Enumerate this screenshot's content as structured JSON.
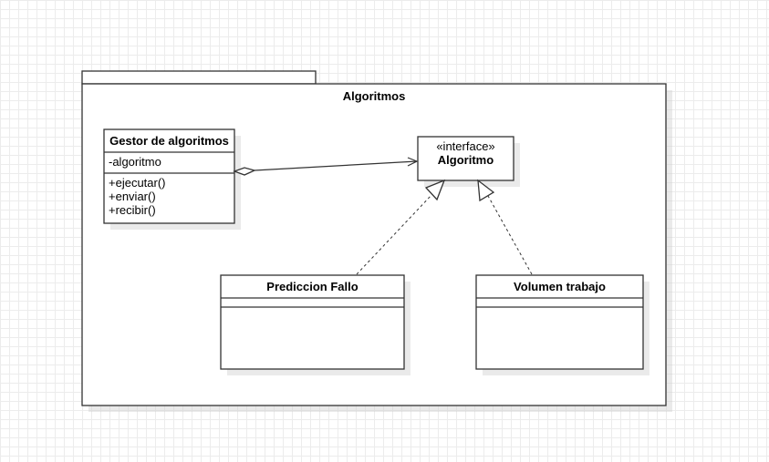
{
  "package": {
    "name": "Algoritmos"
  },
  "classes": {
    "gestor": {
      "name": "Gestor de algoritmos",
      "attributes": [
        "-algoritmo"
      ],
      "methods": [
        "+ejecutar()",
        "+enviar()",
        "+recibir()"
      ]
    },
    "interface": {
      "stereotype": "«interface»",
      "name": "Algoritmo"
    },
    "prediccion": {
      "name": "Prediccion Fallo"
    },
    "volumen": {
      "name": "Volumen trabajo"
    }
  },
  "relations": [
    {
      "type": "aggregation",
      "from": "gestor",
      "to": "interface"
    },
    {
      "type": "realization",
      "from": "prediccion",
      "to": "interface"
    },
    {
      "type": "realization",
      "from": "volumen",
      "to": "interface"
    }
  ]
}
